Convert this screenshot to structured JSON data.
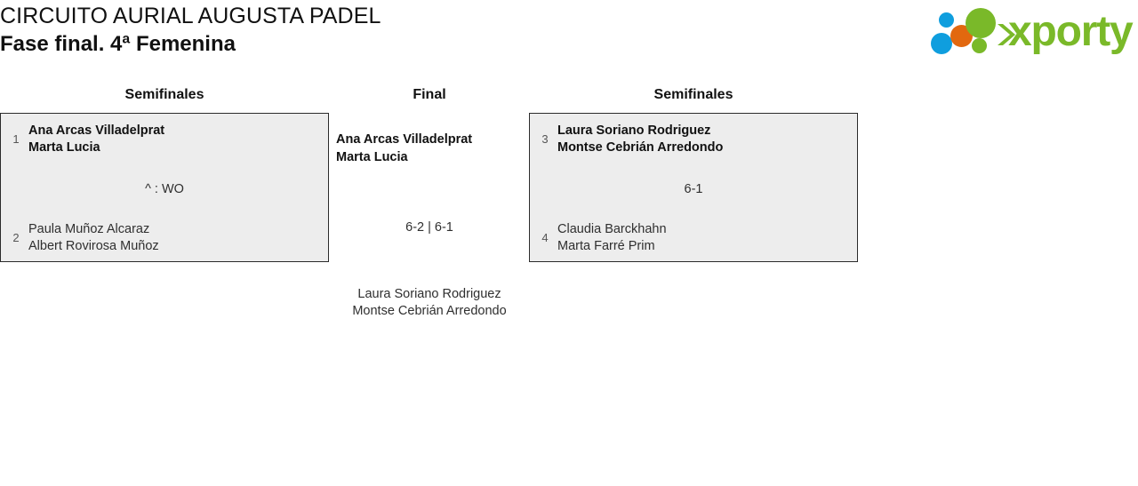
{
  "header": {
    "tournament_name": "CIRCUITO AURIAL AUGUSTA PADEL",
    "phase": "Fase final. 4ª Femenina",
    "logo": {
      "wordmark": "xporty",
      "green": "#7ab929",
      "blue": "#0f9ede",
      "orange": "#e2680f",
      "dots_icon": "logo-dots-icon",
      "chevron_icon": "chevron-right-icon"
    }
  },
  "bracket": {
    "rounds": [
      {
        "id": "semifinal-left",
        "label": "Semifinales"
      },
      {
        "id": "final",
        "label": "Final"
      },
      {
        "id": "semifinal-right",
        "label": "Semifinales"
      }
    ],
    "semifinal_left": {
      "score": "^ : WO",
      "top": {
        "seed": "1",
        "player1": "Ana Arcas Villadelprat",
        "player2": "Marta Lucia",
        "result": "winner"
      },
      "bottom": {
        "seed": "2",
        "player1": "Paula Muñoz Alcaraz",
        "player2": "Albert Rovirosa Muñoz",
        "result": "loser"
      }
    },
    "semifinal_right": {
      "score": "6-1",
      "top": {
        "seed": "3",
        "player1": "Laura Soriano Rodriguez",
        "player2": "Montse Cebrián Arredondo",
        "result": "winner"
      },
      "bottom": {
        "seed": "4",
        "player1": "Claudia Barckhahn",
        "player2": "Marta Farré Prim",
        "result": "loser"
      }
    },
    "final": {
      "score": "6-2 | 6-1",
      "winner": {
        "player1": "Ana Arcas Villadelprat",
        "player2": "Marta Lucia"
      },
      "runner_up": {
        "player1": "Laura Soriano Rodriguez",
        "player2": "Montse Cebrián Arredondo"
      }
    }
  }
}
